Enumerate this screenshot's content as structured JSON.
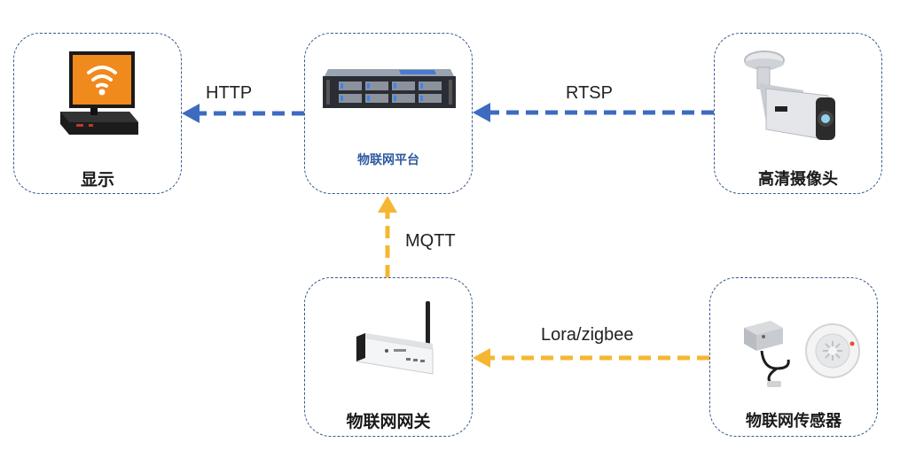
{
  "nodes": {
    "display": {
      "label": "显示",
      "icon": "display-tv-icon"
    },
    "platform": {
      "label": "物联网平台",
      "icon": "rack-server-icon"
    },
    "camera": {
      "label": "高清摄像头",
      "icon": "cctv-camera-icon"
    },
    "gateway": {
      "label": "物联网网关",
      "icon": "iot-gateway-icon"
    },
    "sensor": {
      "label": "物联网传感器",
      "icon": "sensors-icon"
    }
  },
  "edges": {
    "http": {
      "label": "HTTP",
      "color": "#3d6bbf"
    },
    "rtsp": {
      "label": "RTSP",
      "color": "#3d6bbf"
    },
    "mqtt": {
      "label": "MQTT",
      "color": "#f5b731"
    },
    "lora": {
      "label": "Lora/zigbee",
      "color": "#f5b731"
    }
  },
  "colors": {
    "border": "#3a5a8c",
    "platform_label": "#2e5aa0",
    "screen": "#f08a1c"
  }
}
